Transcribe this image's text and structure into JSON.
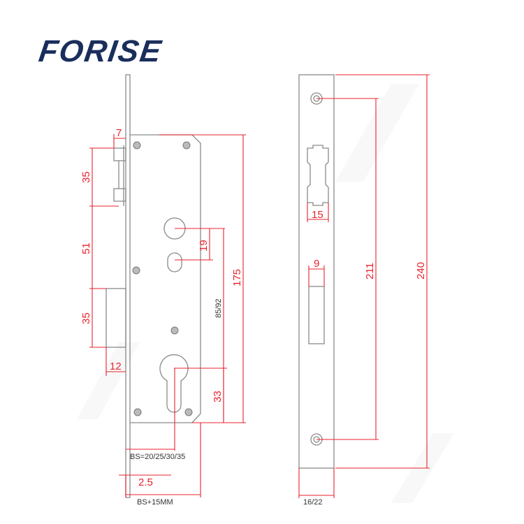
{
  "brand": {
    "logo_text": "FORISE",
    "color": "#1a2e5c"
  },
  "colors": {
    "dimension": "#e8232f",
    "outline": "#8a8a8a",
    "text": "#333333"
  },
  "front_view": {
    "dimensions": {
      "faceplate_offset": "7",
      "latch_height": "35",
      "latch_to_bolt": "51",
      "bolt_height": "35",
      "bolt_throw": "12",
      "handle_to_cylinder_small": "19",
      "handle_to_cylinder": "85/92",
      "cylinder_to_bottom": "33",
      "case_height": "175",
      "faceplate_thickness": "2.5"
    },
    "labels": {
      "backset": "BS=20/25/30/35",
      "total_width": "BS+15MM"
    }
  },
  "side_view": {
    "dimensions": {
      "latch_slot_width": "15",
      "bolt_slot_width": "9",
      "screw_spacing": "211",
      "faceplate_length": "240"
    },
    "labels": {
      "faceplate_width": "16/22"
    }
  }
}
